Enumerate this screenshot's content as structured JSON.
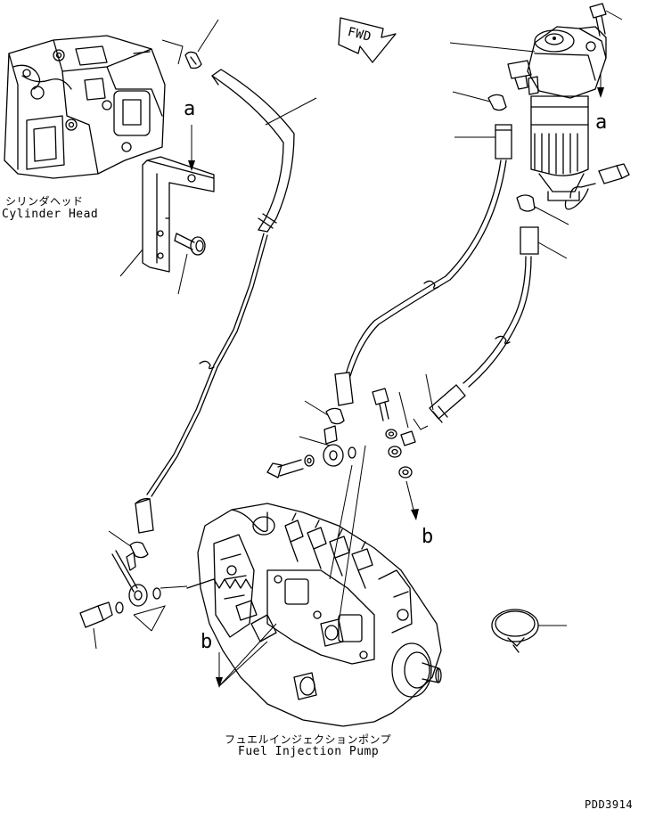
{
  "labels": {
    "cylinder_head_jp": "シリンダヘッド",
    "cylinder_head_en": "Cylinder Head",
    "fuel_pump_jp": "フュエルインジェクションポンプ",
    "fuel_pump_en": "Fuel Injection Pump",
    "fwd": "FWD",
    "ref_a_left": "a",
    "ref_a_right": "a",
    "ref_b_right": "b",
    "ref_b_left": "b",
    "page_code": "PDD3914"
  }
}
